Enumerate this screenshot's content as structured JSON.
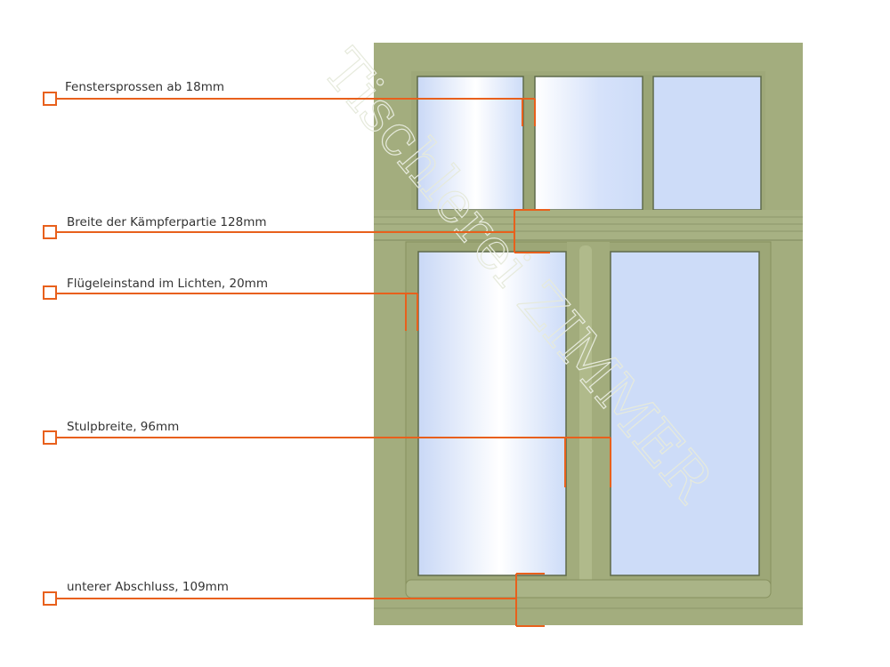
{
  "watermark": "Tischlerei ZIMMER",
  "colors": {
    "accent": "#e8601c",
    "frame": "#a3ad7e",
    "glass": "#cddcf8"
  },
  "annotations": [
    {
      "id": "sprossen",
      "label": "Fenstersprossen ab 18mm"
    },
    {
      "id": "kaempfer",
      "label": "Breite der Kämpferpartie 128mm"
    },
    {
      "id": "fluegel",
      "label": "Flügeleinstand im Lichten, 20mm"
    },
    {
      "id": "stulp",
      "label": "Stulpbreite, 96mm"
    },
    {
      "id": "abschluss",
      "label": "unterer Abschluss, 109mm"
    }
  ]
}
